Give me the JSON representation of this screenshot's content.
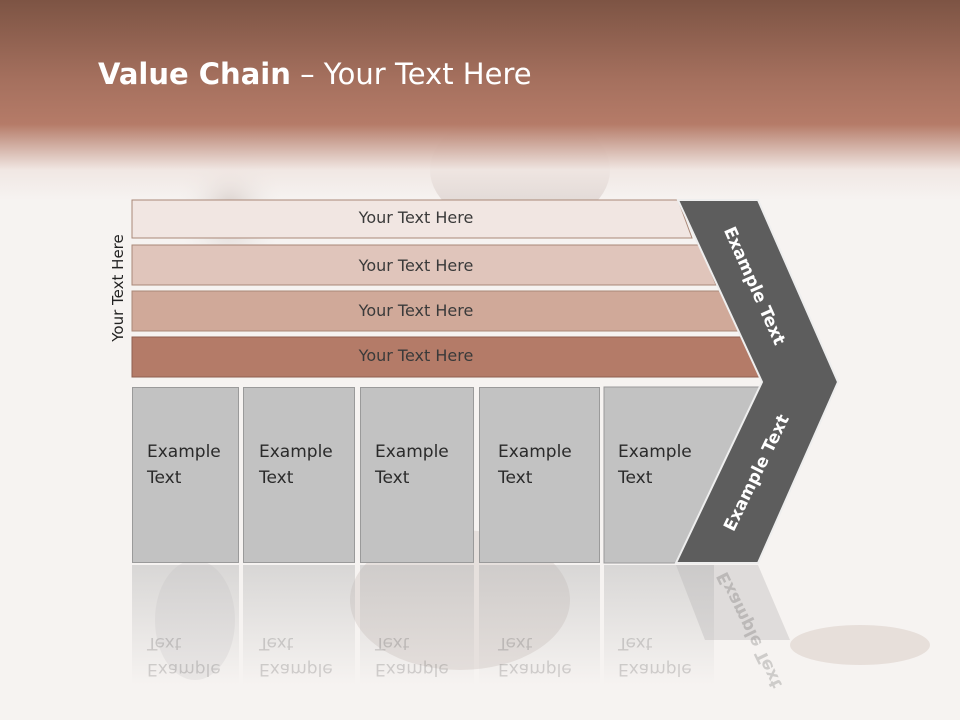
{
  "title": {
    "bold": "Value Chain",
    "rest": " – Your Text Here"
  },
  "side_label": "Your Text Here",
  "bars": [
    {
      "label": "Your Text Here",
      "color": "#f1e6e2"
    },
    {
      "label": "Your Text Here",
      "color": "#e0c5bb"
    },
    {
      "label": "Your Text Here",
      "color": "#d0a999"
    },
    {
      "label": "Your Text Here",
      "color": "#b47b68"
    }
  ],
  "boxes": [
    {
      "line1": "Example",
      "line2": "Text"
    },
    {
      "line1": "Example",
      "line2": "Text"
    },
    {
      "line1": "Example",
      "line2": "Text"
    },
    {
      "line1": "Example",
      "line2": "Text"
    },
    {
      "line1": "Example",
      "line2": "Text"
    }
  ],
  "chevron_upper": "Example Text",
  "chevron_lower": "Example Text",
  "colors": {
    "header": "#a5705e",
    "chevron": "#5d5d5d",
    "box": "#c2c2c2"
  }
}
